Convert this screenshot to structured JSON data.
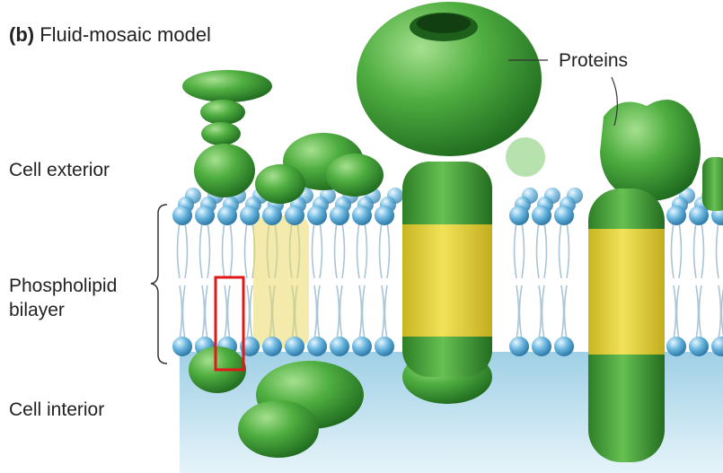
{
  "figure": {
    "panel_letter": "(b)",
    "title": "Fluid-mosaic model"
  },
  "labels": {
    "proteins": "Proteins",
    "cell_exterior": "Cell exterior",
    "phospholipid_line1": "Phospholipid",
    "phospholipid_line2": "bilayer",
    "cell_interior": "Cell interior"
  },
  "colors": {
    "protein_green": "#3f9b35",
    "protein_light": "#8fd47a",
    "protein_dark": "#1f6a1f",
    "hydrophobic_yellow": "#e2cf3a",
    "lipid_head": "#5aa9d8",
    "interior_blue": "#bfe0ee",
    "highlight_box": "#e01818"
  }
}
